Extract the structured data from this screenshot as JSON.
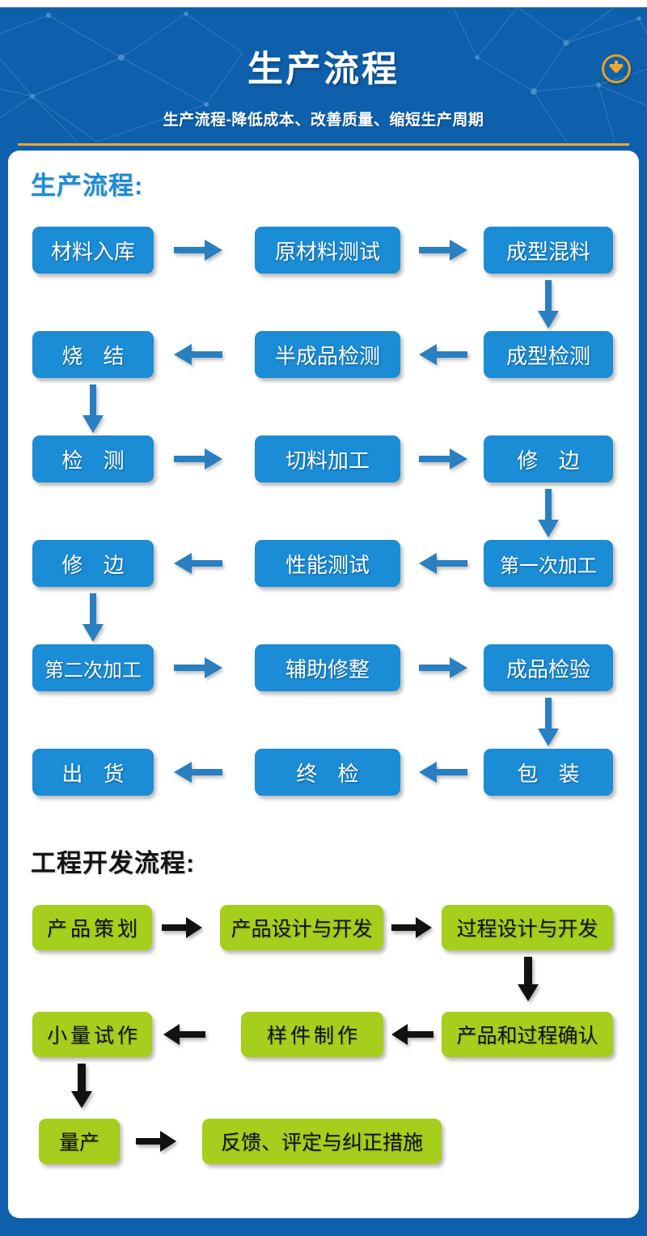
{
  "header": {
    "title": "生产流程",
    "subtitle": "生产流程-降低成本、改善质量、缩短生产周期",
    "badge_icon": "download-circle-icon",
    "bg_color": "#0E60AC",
    "rule_color": "#F0A72B",
    "badge_color": "#E8A020"
  },
  "sections": [
    {
      "key": "production",
      "heading": "生产流程:",
      "heading_color": "#1C8CD5",
      "node_color": "#1B8CD6",
      "node_text_color": "#FFFFFF",
      "arrow_color": "#2A7FC0",
      "nodes": [
        "材料入库",
        "原材料测试",
        "成型混料",
        "成型检测",
        "半成品检测",
        "烧 结",
        "检 测",
        "切料加工",
        "修 边",
        "第一次加工",
        "性能测试",
        "修 边",
        "第二次加工",
        "辅助修整",
        "成品检验",
        "包 装",
        "终 检",
        "出 货"
      ]
    },
    {
      "key": "engineering",
      "heading": "工程开发流程:",
      "heading_color": "#141414",
      "node_color": "#A6CE1C",
      "node_text_color": "#111111",
      "arrow_color": "#111111",
      "nodes": [
        "产品策划",
        "产品设计与开发",
        "过程设计与开发",
        "产品和过程确认",
        "样件制作",
        "小量试作",
        "量产",
        "反馈、评定与纠正措施"
      ]
    }
  ],
  "flow_data": {
    "production_chain": [
      "材料入库",
      "原材料测试",
      "成型混料",
      "成型检测",
      "半成品检测",
      "烧 结",
      "检 测",
      "切料加工",
      "修 边",
      "第一次加工",
      "性能测试",
      "修 边",
      "第二次加工",
      "辅助修整",
      "成品检验",
      "包 装",
      "终 检",
      "出 货"
    ],
    "engineering_chain": [
      "产品策划",
      "产品设计与开发",
      "过程设计与开发",
      "产品和过程确认",
      "样件制作",
      "小量试作",
      "量产",
      "反馈、评定与纠正措施"
    ]
  }
}
